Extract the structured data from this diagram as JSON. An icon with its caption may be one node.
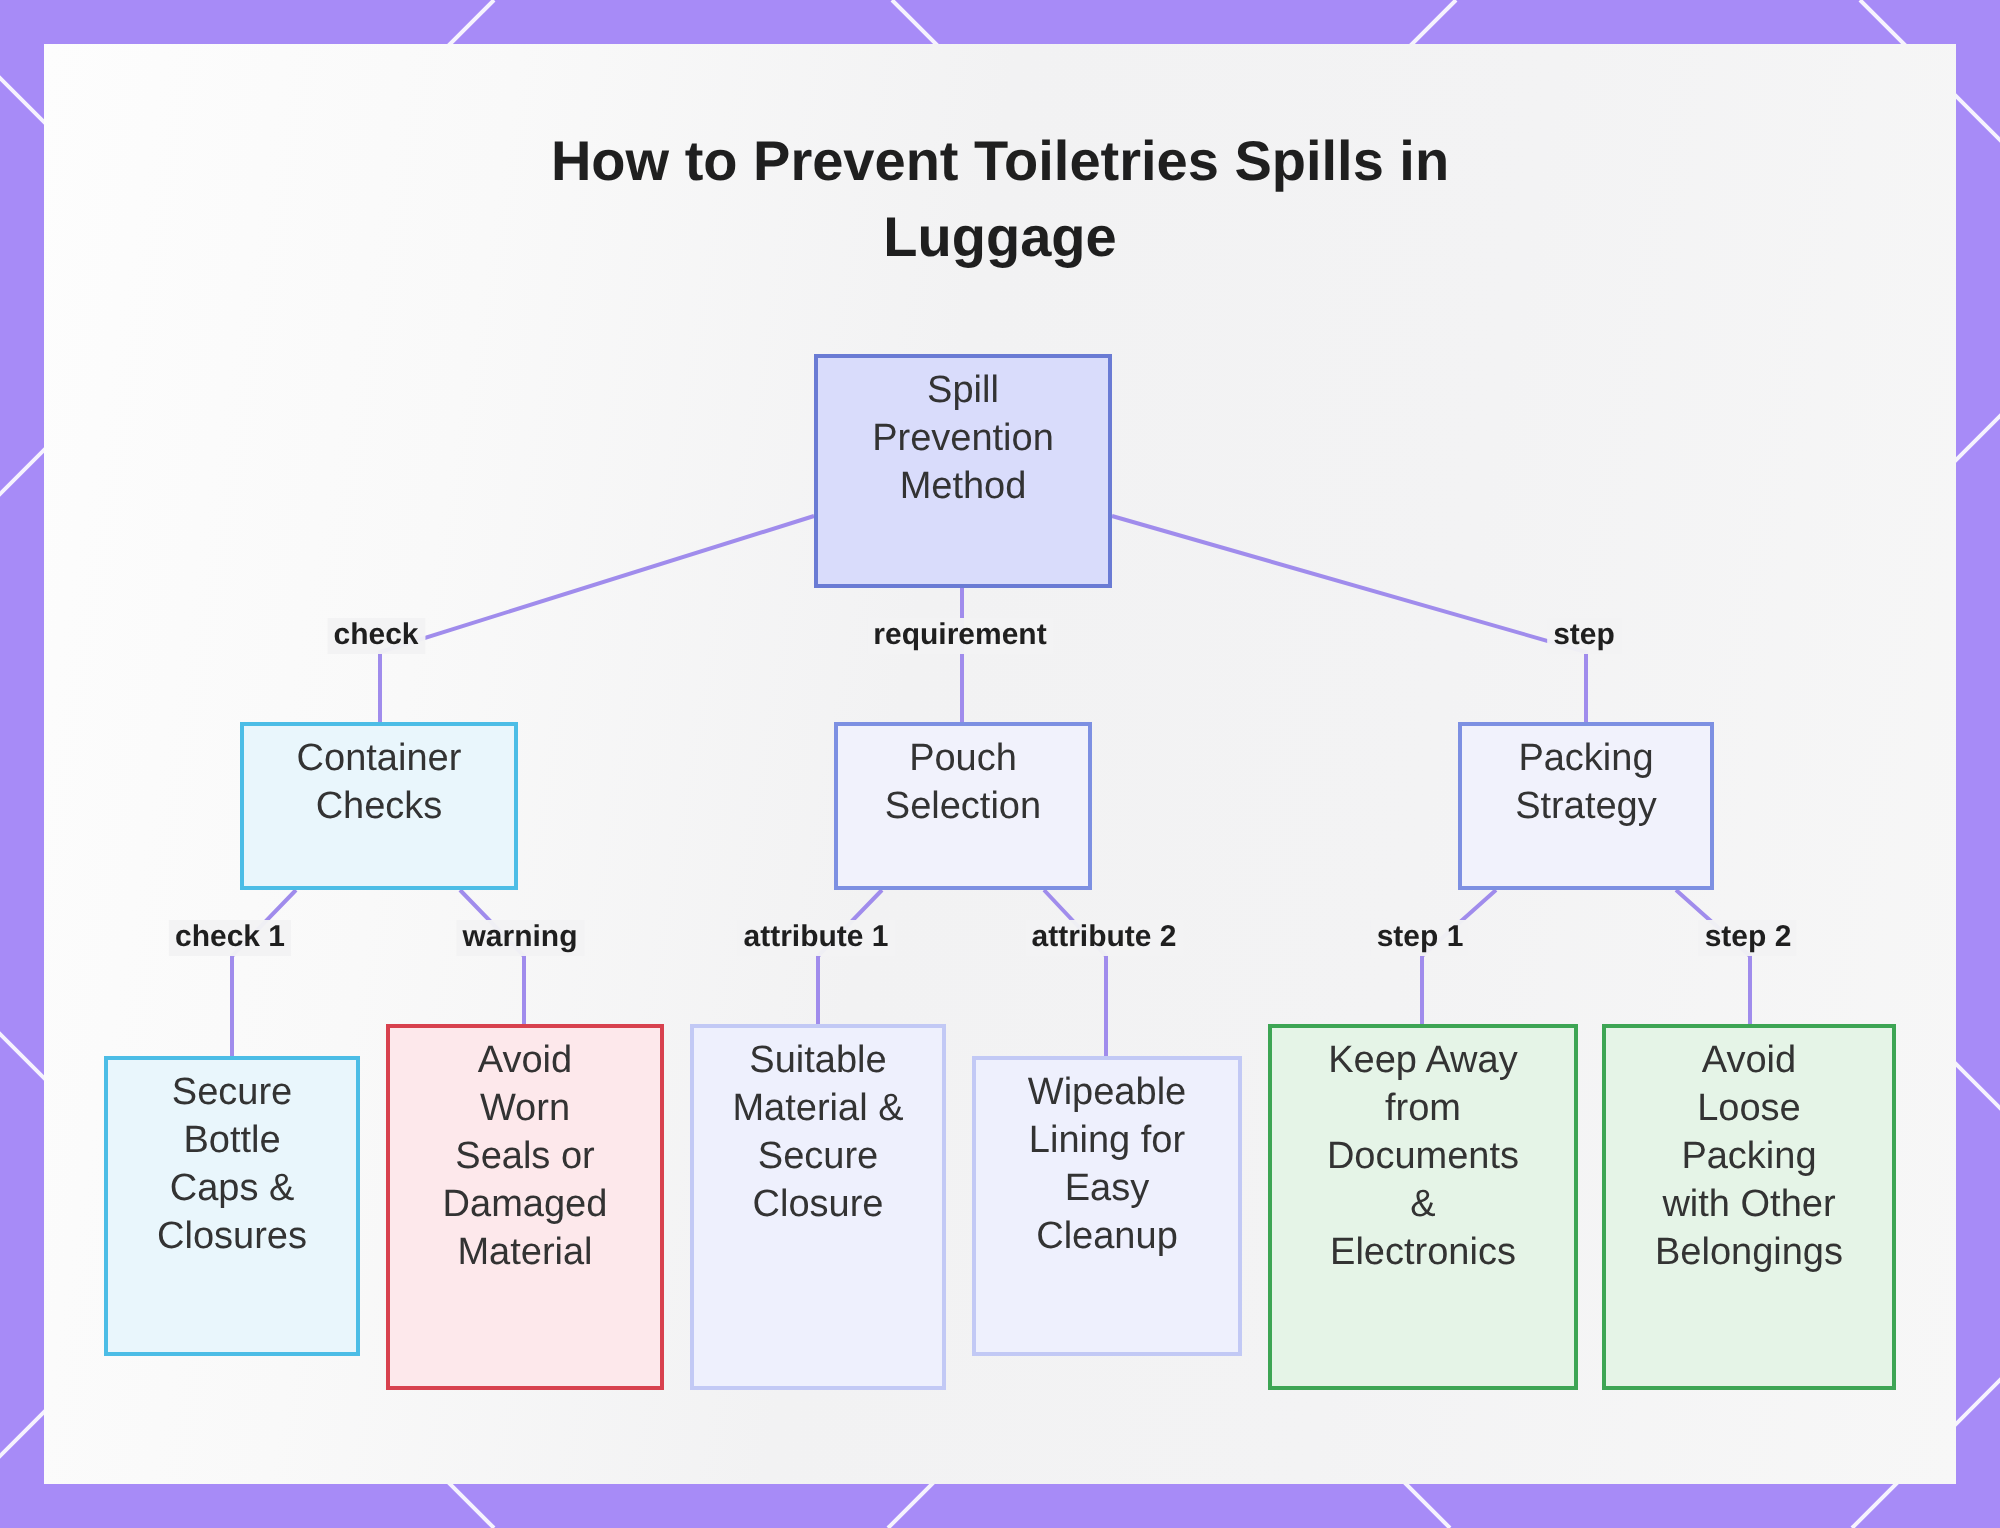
{
  "diagram": {
    "title": "How to Prevent Toiletries Spills in Luggage",
    "nodes": [
      {
        "text": [
          "Spill Prevention Method"
        ]
      },
      {
        "text": [
          "Container Checks"
        ]
      },
      {
        "text": [
          "Pouch Selection"
        ]
      },
      {
        "text": [
          "Packing Strategy"
        ]
      },
      {
        "text": [
          "Secure Bottle Caps & Closures"
        ]
      },
      {
        "text": [
          "Avoid Worn Seals or Damaged Material"
        ]
      },
      {
        "text": [
          "Suitable Material & Secure Closure"
        ]
      },
      {
        "text": [
          "Wipeable Lining for Easy Cleanup"
        ]
      },
      {
        "text": [
          "Keep Away from Documents & Electronics"
        ]
      },
      {
        "text": [
          "Avoid Loose Packing with Other Belongings"
        ]
      }
    ],
    "edges": [
      {
        "from": 0,
        "to": 1,
        "arrow": "none",
        "label": "check"
      },
      {
        "from": 0,
        "to": 2,
        "arrow": "none",
        "label": "requirement"
      },
      {
        "from": 0,
        "to": 3,
        "arrow": "none",
        "label": "step"
      },
      {
        "from": 1,
        "to": 4,
        "arrow": "none",
        "label": "check 1"
      },
      {
        "from": 1,
        "to": 5,
        "arrow": "none",
        "label": "warning"
      },
      {
        "from": 2,
        "to": 6,
        "arrow": "none",
        "label": "attribute 1"
      },
      {
        "from": 2,
        "to": 7,
        "arrow": "none",
        "label": "attribute 2"
      },
      {
        "from": 3,
        "to": 8,
        "arrow": "none",
        "label": "step 1"
      },
      {
        "from": 3,
        "to": 9,
        "arrow": "none",
        "label": "step 2"
      }
    ]
  }
}
